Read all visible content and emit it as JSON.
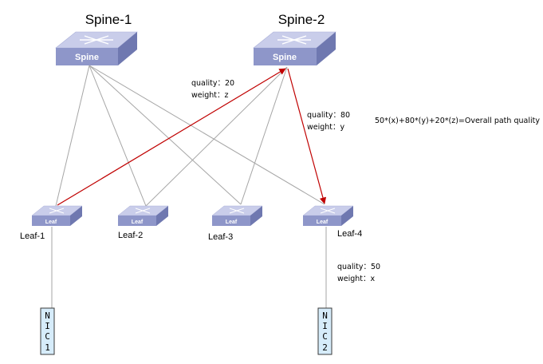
{
  "spines": [
    {
      "name": "Spine-1",
      "badge": "Spine"
    },
    {
      "name": "Spine-2",
      "badge": "Spine"
    }
  ],
  "leaves": [
    {
      "name": "Leaf-1",
      "badge": "Leaf"
    },
    {
      "name": "Leaf-2",
      "badge": "Leaf"
    },
    {
      "name": "Leaf-3",
      "badge": "Leaf"
    },
    {
      "name": "Leaf-4",
      "badge": "Leaf"
    }
  ],
  "nics": [
    {
      "name": "NIC1",
      "chars": [
        "N",
        "I",
        "C",
        "1"
      ]
    },
    {
      "name": "NIC2",
      "chars": [
        "N",
        "I",
        "C",
        "2"
      ]
    }
  ],
  "annotations": {
    "spine2_leaf1": {
      "quality": "quality：20",
      "weight": "weight：z"
    },
    "spine2_leaf4": {
      "quality": "quality：80",
      "weight": "weight：y"
    },
    "leaf4_nic2": {
      "quality": "quality：50",
      "weight": "weight：x"
    }
  },
  "formula": "50*(x)+80*(y)+20*(z)=Overall path quality",
  "colors": {
    "link": "#a6a6a6",
    "highlight_path": "#c00000",
    "switch_top": "#c9cdea",
    "switch_front": "#8e96c9",
    "switch_side": "#6f78b0",
    "nic_fill": "#d6ecfa",
    "nic_stroke": "#3a3a3a"
  }
}
